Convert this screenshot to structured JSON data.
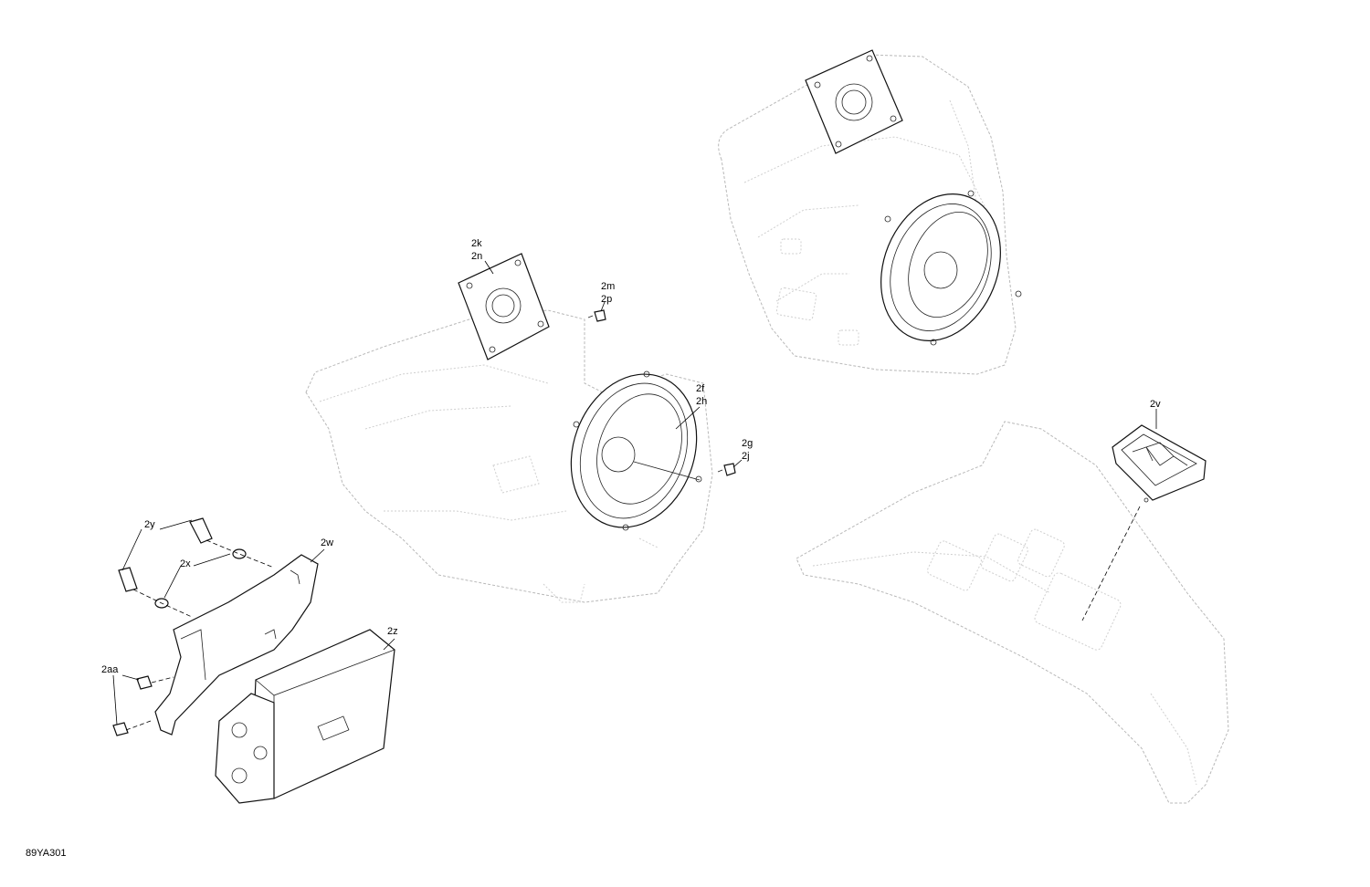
{
  "drawing_code": "89YA301",
  "callouts": {
    "c_2k_2n": [
      "2k",
      "2n"
    ],
    "c_2m_2p": [
      "2m",
      "2p"
    ],
    "c_2f_2h": [
      "2f",
      "2h"
    ],
    "c_2g_2j": [
      "2g",
      "2j"
    ],
    "c_2v": [
      "2v"
    ],
    "c_2y": [
      "2y"
    ],
    "c_2x": [
      "2x"
    ],
    "c_2w": [
      "2w"
    ],
    "c_2z": [
      "2z"
    ],
    "c_2aa": [
      "2aa"
    ]
  }
}
